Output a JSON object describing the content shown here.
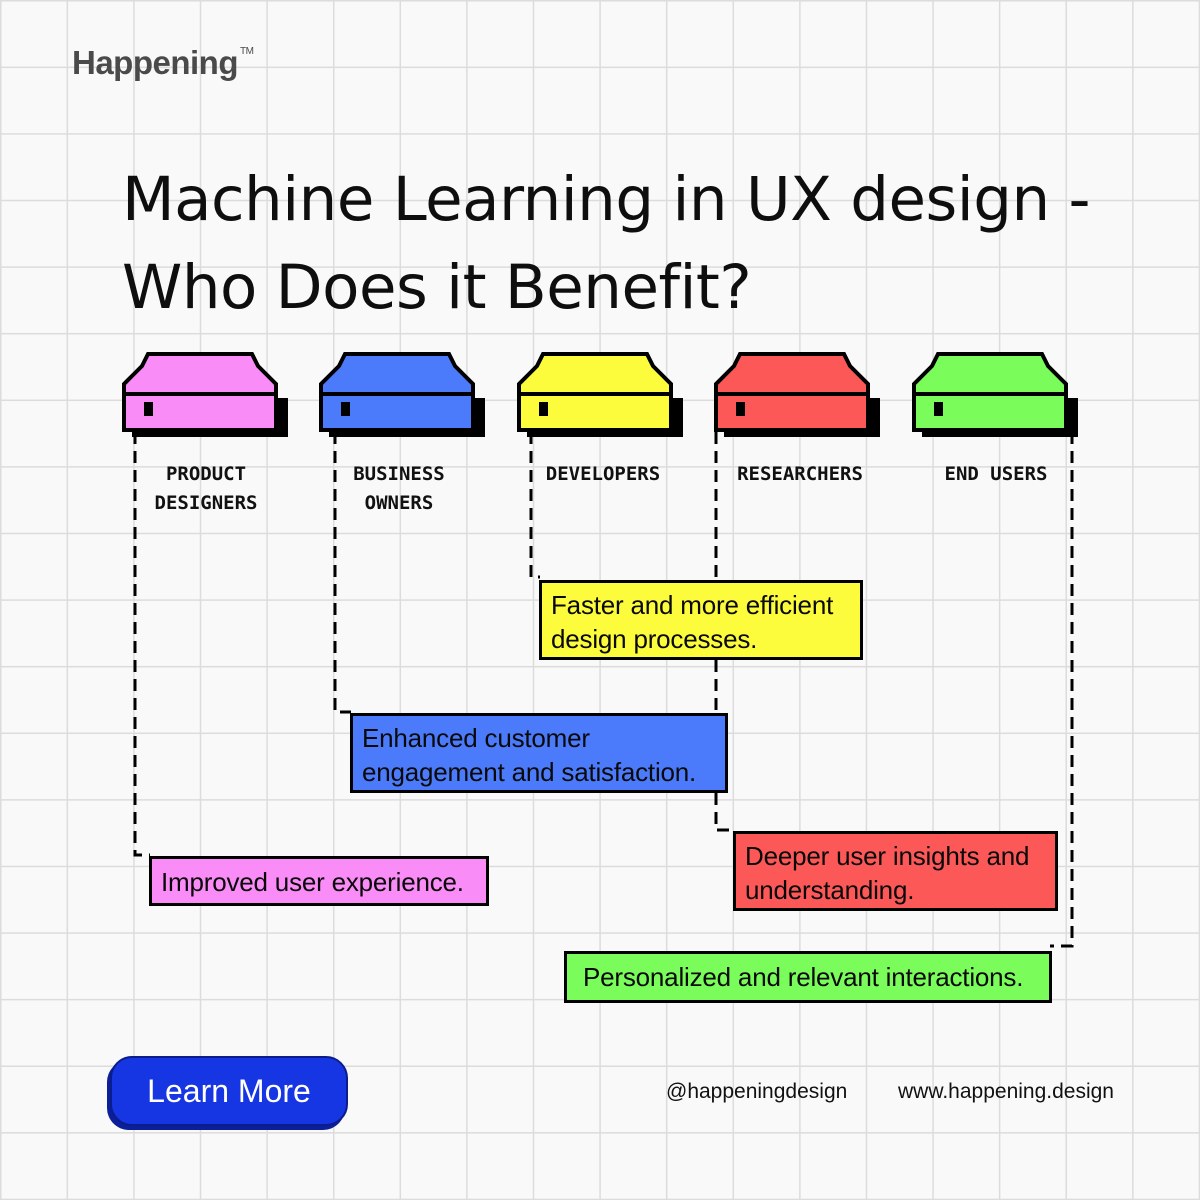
{
  "brand": {
    "name": "Happening",
    "mark": "TM"
  },
  "title": {
    "line1": "Machine Learning in UX design -",
    "line2": "Who Does it Benefit?"
  },
  "groups": [
    {
      "id": "product-designers",
      "label": "PRODUCT\nDESIGNERS",
      "color": "#fa8cf7",
      "benefit": "Improved user experience."
    },
    {
      "id": "business-owners",
      "label": "BUSINESS\nOWNERS",
      "color": "#4b7bfa",
      "benefit": "Enhanced customer engagement and satisfaction."
    },
    {
      "id": "developers",
      "label": "DEVELOPERS",
      "color": "#fcfc3c",
      "benefit": "Faster and more efficient design processes."
    },
    {
      "id": "researchers",
      "label": "RESEARCHERS",
      "color": "#fc5858",
      "benefit": "Deeper user insights and understanding."
    },
    {
      "id": "end-users",
      "label": "END USERS",
      "color": "#7afc5a",
      "benefit": "Personalized and relevant interactions."
    }
  ],
  "cta": {
    "label": "Learn More",
    "color": "#1736e3"
  },
  "footer": {
    "handle": "@happeningdesign",
    "website": "www.happening.design"
  }
}
